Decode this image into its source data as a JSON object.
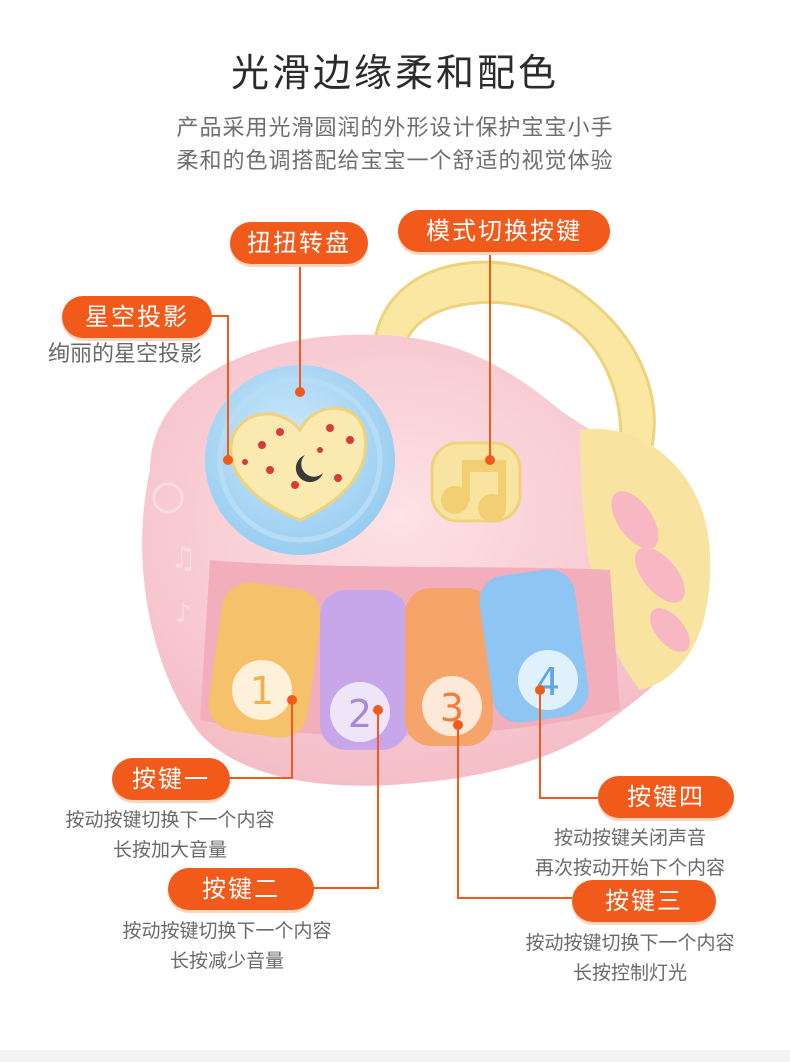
{
  "page": {
    "title": "光滑边缘柔和配色",
    "subtitle_line1": "产品采用光滑圆润的外形设计保护宝宝小手",
    "subtitle_line2": "柔和的色调搭配给宝宝一个舒适的视觉体验"
  },
  "callouts": {
    "twist": {
      "label": "扭扭转盘"
    },
    "mode": {
      "label": "模式切换按键"
    },
    "star": {
      "label": "星空投影",
      "desc1": "绚丽的星空投影"
    },
    "key1": {
      "label": "按键一",
      "desc1": "按动按键切换下一个内容",
      "desc2": "长按加大音量"
    },
    "key2": {
      "label": "按键二",
      "desc1": "按动按键切换下一个内容",
      "desc2": "长按减少音量"
    },
    "key3": {
      "label": "按键三",
      "desc1": "按动按键切换下一个内容",
      "desc2": "长按控制灯光"
    },
    "key4": {
      "label": "按键四",
      "desc1": "按动按键关闭声音",
      "desc2": "再次按动开始下个内容"
    }
  },
  "keys": [
    {
      "number": "1",
      "color": "#f6c16a"
    },
    {
      "number": "2",
      "color": "#c7a6ea"
    },
    {
      "number": "3",
      "color": "#f6a56a"
    },
    {
      "number": "4",
      "color": "#8ec5f2"
    }
  ],
  "colors": {
    "accent": "#f25a1c",
    "body_pink": "#f8c9d0",
    "handle_yellow": "#f9e7a2"
  }
}
